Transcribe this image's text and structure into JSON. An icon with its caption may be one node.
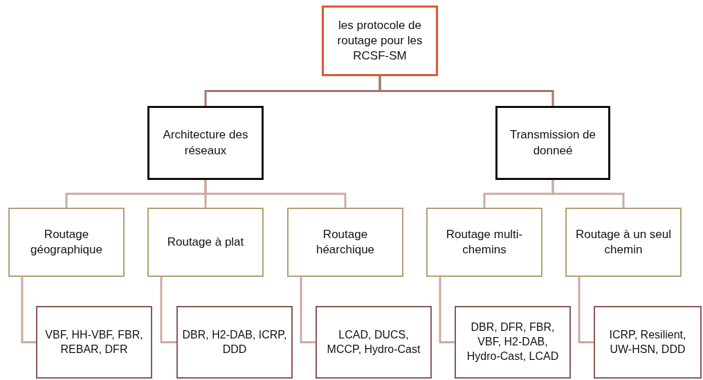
{
  "diagram": {
    "nodes": [
      {
        "text": [
          "les protocole de routage pour les RCSF-SM"
        ]
      },
      {
        "text": [
          "Architecture des réseaux"
        ]
      },
      {
        "text": [
          "Transmission de donneé"
        ]
      },
      {
        "text": [
          "Routage géographique"
        ]
      },
      {
        "text": [
          "Routage à plat"
        ]
      },
      {
        "text": [
          "Routage héarchique"
        ]
      },
      {
        "text": [
          "Routage multi-chemins"
        ]
      },
      {
        "text": [
          "Routage à un seul chemin"
        ]
      },
      {
        "text": [
          "VBF, HH-VBF, FBR, REBAR, DFR"
        ]
      },
      {
        "text": [
          "DBR, H2-DAB, ICRP, DDD"
        ]
      },
      {
        "text": [
          "LCAD, DUCS, MCCP, Hydro-Cast"
        ]
      },
      {
        "text": [
          "DBR, DFR, FBR, VBF, H2-DAB, Hydro-Cast, LCAD"
        ]
      },
      {
        "text": [
          "ICRP, Resilient, UW-HSN, DDD"
        ]
      }
    ],
    "edges": [
      {
        "from": 0,
        "to": 1,
        "arrow": "none"
      },
      {
        "from": 0,
        "to": 2,
        "arrow": "none"
      },
      {
        "from": 1,
        "to": 3,
        "arrow": "none"
      },
      {
        "from": 1,
        "to": 4,
        "arrow": "none"
      },
      {
        "from": 1,
        "to": 5,
        "arrow": "none"
      },
      {
        "from": 2,
        "to": 6,
        "arrow": "none"
      },
      {
        "from": 2,
        "to": 7,
        "arrow": "none"
      },
      {
        "from": 3,
        "to": 8,
        "arrow": "none"
      },
      {
        "from": 4,
        "to": 9,
        "arrow": "none"
      },
      {
        "from": 5,
        "to": 10,
        "arrow": "none"
      },
      {
        "from": 6,
        "to": 11,
        "arrow": "none"
      },
      {
        "from": 7,
        "to": 12,
        "arrow": "none"
      }
    ]
  }
}
